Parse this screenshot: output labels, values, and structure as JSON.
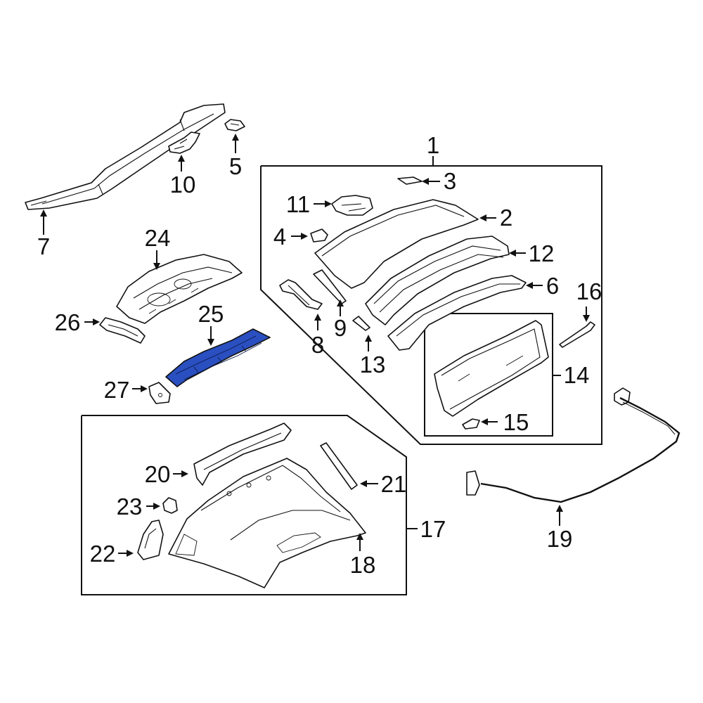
{
  "colors": {
    "highlight": "#2a4fc0",
    "highlight_dark": "#1d3a9a",
    "line": "#111111"
  },
  "highlighted_part": "25",
  "callouts": [
    {
      "id": "1",
      "label": "1"
    },
    {
      "id": "2",
      "label": "2"
    },
    {
      "id": "3",
      "label": "3"
    },
    {
      "id": "4",
      "label": "4"
    },
    {
      "id": "5",
      "label": "5"
    },
    {
      "id": "6",
      "label": "6"
    },
    {
      "id": "7",
      "label": "7"
    },
    {
      "id": "8",
      "label": "8"
    },
    {
      "id": "9",
      "label": "9"
    },
    {
      "id": "10",
      "label": "10"
    },
    {
      "id": "11",
      "label": "11"
    },
    {
      "id": "12",
      "label": "12"
    },
    {
      "id": "13",
      "label": "13"
    },
    {
      "id": "14",
      "label": "14"
    },
    {
      "id": "15",
      "label": "15"
    },
    {
      "id": "16",
      "label": "16"
    },
    {
      "id": "17",
      "label": "17"
    },
    {
      "id": "18",
      "label": "18"
    },
    {
      "id": "19",
      "label": "19"
    },
    {
      "id": "20",
      "label": "20"
    },
    {
      "id": "21",
      "label": "21"
    },
    {
      "id": "22",
      "label": "22"
    },
    {
      "id": "23",
      "label": "23"
    },
    {
      "id": "24",
      "label": "24"
    },
    {
      "id": "25",
      "label": "25"
    },
    {
      "id": "26",
      "label": "26"
    },
    {
      "id": "27",
      "label": "27"
    }
  ]
}
